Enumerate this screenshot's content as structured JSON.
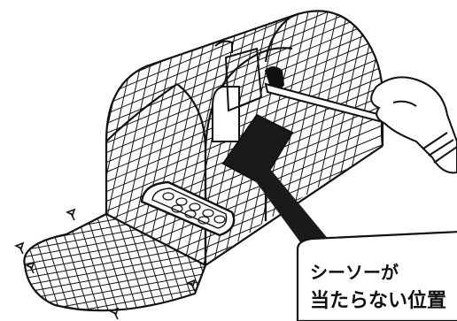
{
  "callout": {
    "line1": "シーソーが",
    "line2": "当たらない位置"
  },
  "colors": {
    "stroke": "#111111",
    "fill_dark": "#1a1a1a",
    "background": "#ffffff"
  },
  "icons": [
    "cage-trap",
    "gloved-hand",
    "seesaw-plate",
    "bait-box"
  ]
}
